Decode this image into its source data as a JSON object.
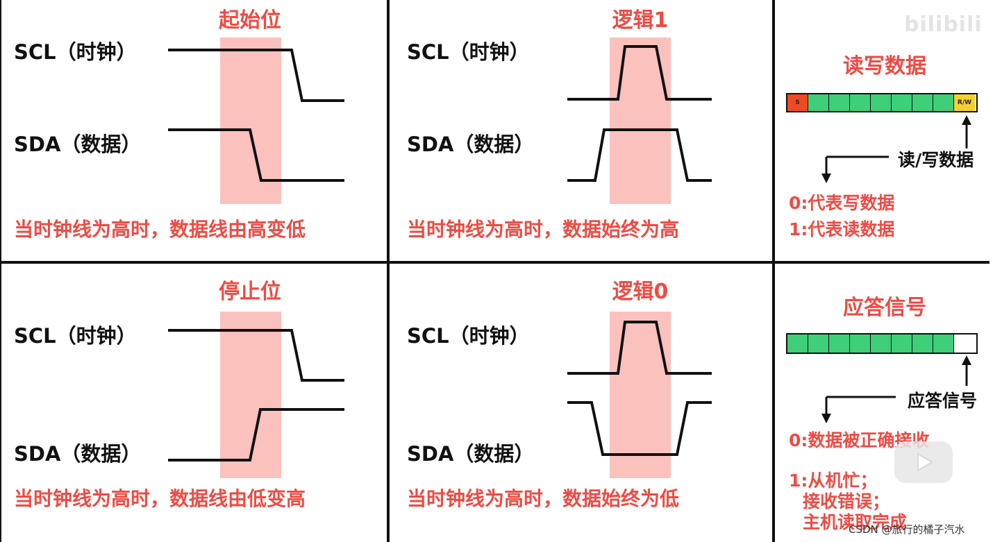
{
  "panels": {
    "start": {
      "title": "起始位",
      "scl_label": "SCL（时钟）",
      "sda_label": "SDA（数据）",
      "desc": "当时钟线为高时，数据线由高变低"
    },
    "logic1": {
      "title": "逻辑1",
      "scl_label": "SCL（时钟）",
      "sda_label": "SDA（数据）",
      "desc": "当时钟线为高时，数据始终为高"
    },
    "stop": {
      "title": "停止位",
      "scl_label": "SCL（时钟）",
      "sda_label": "SDA（数据）",
      "desc": "当时钟线为高时，数据线由低变高"
    },
    "logic0": {
      "title": "逻辑0",
      "scl_label": "SCL（时钟）",
      "sda_label": "SDA（数据）",
      "desc": "当时钟线为高时，数据始终为低"
    }
  },
  "rw": {
    "title": "读写数据",
    "start_cell": "S",
    "last_cell": "R/W",
    "arrow_label": "读/写数据",
    "legend": [
      "0:代表写数据",
      "1:代表读数据"
    ]
  },
  "ack": {
    "title": "应答信号",
    "arrow_label": "应答信号",
    "legend0": "0:数据被正确接收",
    "legend1": [
      "1:从机忙；",
      "接收错误；",
      "主机读取完成"
    ]
  },
  "watermark": {
    "bilibili": "bilibili",
    "csdn": "CSDN @旅行的橘子汽水"
  },
  "colors": {
    "accent_red": "#ee4b43",
    "highlight": "#fbc1bd",
    "cell_green": "#3ecf78",
    "cell_red": "#f04a1e",
    "cell_yellow": "#f5d130"
  }
}
